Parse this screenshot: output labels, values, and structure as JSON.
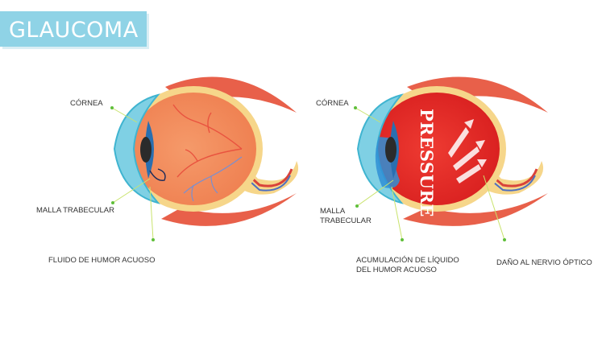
{
  "title": "GLAUCOMA",
  "colors": {
    "banner": "#8fd3e6",
    "muscle": "#e8604a",
    "cornea": "#7fd0e4",
    "sclera": "#f6d68a",
    "pressure_fill": "#e02a2a",
    "leader_line": "#c9e36d",
    "marker": "#5fbf3a"
  },
  "normal_eye": {
    "cornea_label": "CÓRNEA",
    "trabecular_label": "MALLA TRABECULAR",
    "fluid_label": "FLUIDO DE HUMOR ACUOSO"
  },
  "glaucoma_eye": {
    "cornea_label": "CÓRNEA",
    "trabecular_label": "MALLA\nTRABECULAR",
    "accumulation_label": "ACUMULACIÓN DE LÍQUIDO\nDEL HUMOR ACUOSO",
    "optic_damage_label": "DAÑO AL NERVIO ÓPTICO",
    "pressure_text": "PRESSURE"
  }
}
